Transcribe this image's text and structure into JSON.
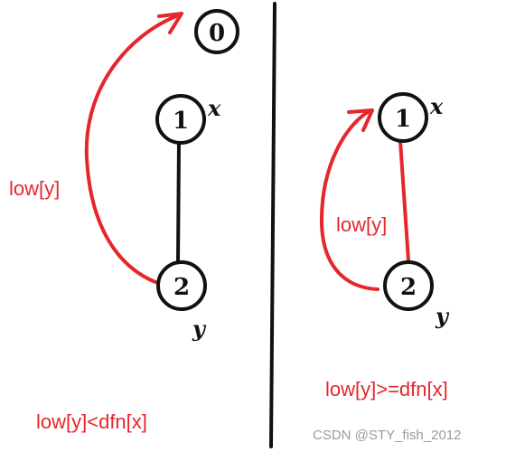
{
  "colors": {
    "ink": "#111111",
    "accent_red": "#e5262b",
    "watermark_gray": "#9a9a9a"
  },
  "left_panel": {
    "nodes": [
      {
        "id": "n0",
        "label": "0"
      },
      {
        "id": "n1",
        "label": "1",
        "var": "x"
      },
      {
        "id": "n2",
        "label": "2",
        "var": "y"
      }
    ],
    "arrow_label": "low[y]",
    "condition": "low[y]<dfn[x]"
  },
  "right_panel": {
    "nodes": [
      {
        "id": "n1",
        "label": "1",
        "var": "x"
      },
      {
        "id": "n2",
        "label": "2",
        "var": "y"
      }
    ],
    "arrow_label": "low[y]",
    "condition": "low[y]>=dfn[x]"
  },
  "watermark": "CSDN @STY_fish_2012"
}
